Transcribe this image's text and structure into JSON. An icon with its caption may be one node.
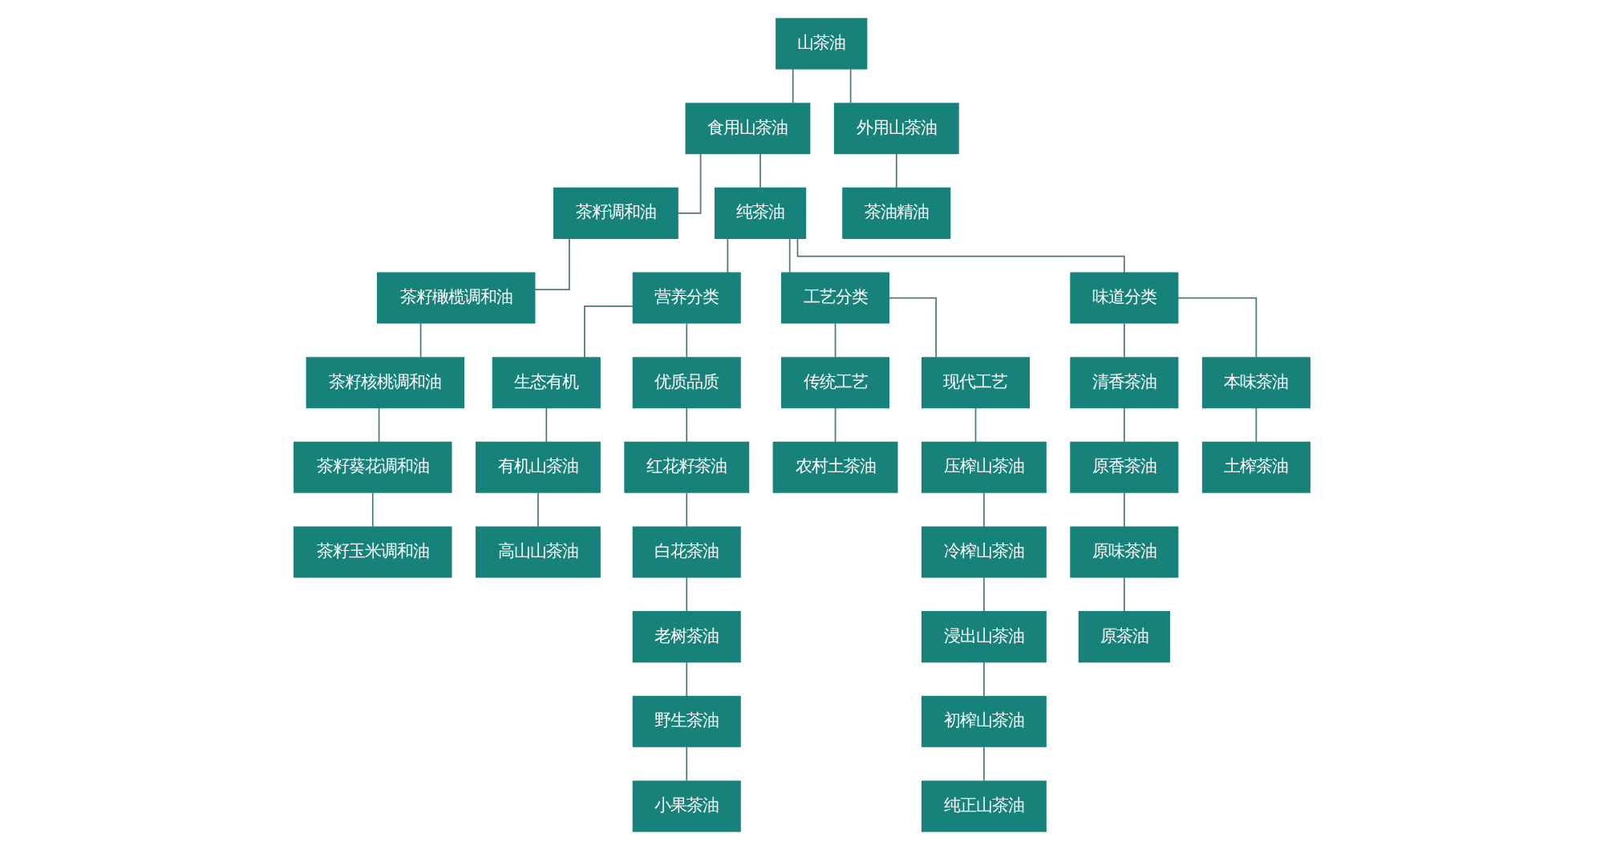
{
  "diagram": {
    "nodes": [
      {
        "text": [
          "山茶油"
        ]
      },
      {
        "text": [
          "食用山茶油"
        ]
      },
      {
        "text": [
          "外用山茶油"
        ]
      },
      {
        "text": [
          "茶籽调和油"
        ]
      },
      {
        "text": [
          "纯茶油"
        ]
      },
      {
        "text": [
          "茶油精油"
        ]
      },
      {
        "text": [
          "营养分类"
        ]
      },
      {
        "text": [
          "工艺分类"
        ]
      },
      {
        "text": [
          "味道分类"
        ]
      },
      {
        "text": [
          "生态有机"
        ]
      },
      {
        "text": [
          "优质品质"
        ]
      },
      {
        "text": [
          "传统工艺"
        ]
      },
      {
        "text": [
          "现代工艺"
        ]
      },
      {
        "text": [
          "清香茶油"
        ]
      },
      {
        "text": [
          "本味茶油"
        ]
      },
      {
        "text": [
          "茶籽橄榄调和油"
        ]
      },
      {
        "text": [
          "有机山茶油"
        ]
      },
      {
        "text": [
          "红花籽茶油"
        ]
      },
      {
        "text": [
          "农村土茶油"
        ]
      },
      {
        "text": [
          "压榨山茶油"
        ]
      },
      {
        "text": [
          "原香茶油"
        ]
      },
      {
        "text": [
          "土榨茶油"
        ]
      },
      {
        "text": [
          "茶籽核桃调和油"
        ]
      },
      {
        "text": [
          "高山山茶油"
        ]
      },
      {
        "text": [
          "白花茶油"
        ]
      },
      {
        "text": [
          "冷榨山茶油"
        ]
      },
      {
        "text": [
          "原味茶油"
        ]
      },
      {
        "text": [
          "茶籽葵花调和油"
        ]
      },
      {
        "text": [
          "老树茶油"
        ]
      },
      {
        "text": [
          "浸出山茶油"
        ]
      },
      {
        "text": [
          "原茶油"
        ]
      },
      {
        "text": [
          "茶籽玉米调和油"
        ]
      },
      {
        "text": [
          "野生茶油"
        ]
      },
      {
        "text": [
          "初榨山茶油"
        ]
      },
      {
        "text": [
          "小果茶油"
        ]
      },
      {
        "text": [
          "纯正山茶油"
        ]
      }
    ],
    "edges": [
      {
        "from": 0,
        "to": 1,
        "arrow": "none"
      },
      {
        "from": 0,
        "to": 2,
        "arrow": "none"
      },
      {
        "from": 1,
        "to": 3,
        "arrow": "none"
      },
      {
        "from": 1,
        "to": 4,
        "arrow": "none"
      },
      {
        "from": 2,
        "to": 5,
        "arrow": "none"
      },
      {
        "from": 4,
        "to": 6,
        "arrow": "none"
      },
      {
        "from": 4,
        "to": 7,
        "arrow": "none"
      },
      {
        "from": 4,
        "to": 8,
        "arrow": "none"
      },
      {
        "from": 6,
        "to": 9,
        "arrow": "none"
      },
      {
        "from": 6,
        "to": 10,
        "arrow": "none"
      },
      {
        "from": 7,
        "to": 11,
        "arrow": "none"
      },
      {
        "from": 7,
        "to": 12,
        "arrow": "none"
      },
      {
        "from": 8,
        "to": 13,
        "arrow": "none"
      },
      {
        "from": 8,
        "to": 14,
        "arrow": "none"
      },
      {
        "from": 3,
        "to": 15,
        "arrow": "none"
      },
      {
        "from": 15,
        "to": 22,
        "arrow": "none"
      },
      {
        "from": 22,
        "to": 27,
        "arrow": "none"
      },
      {
        "from": 27,
        "to": 31,
        "arrow": "none"
      },
      {
        "from": 9,
        "to": 16,
        "arrow": "none"
      },
      {
        "from": 16,
        "to": 23,
        "arrow": "none"
      },
      {
        "from": 10,
        "to": 17,
        "arrow": "none"
      },
      {
        "from": 17,
        "to": 24,
        "arrow": "none"
      },
      {
        "from": 24,
        "to": 28,
        "arrow": "none"
      },
      {
        "from": 28,
        "to": 32,
        "arrow": "none"
      },
      {
        "from": 32,
        "to": 34,
        "arrow": "none"
      },
      {
        "from": 11,
        "to": 18,
        "arrow": "none"
      },
      {
        "from": 12,
        "to": 19,
        "arrow": "none"
      },
      {
        "from": 19,
        "to": 25,
        "arrow": "none"
      },
      {
        "from": 25,
        "to": 29,
        "arrow": "none"
      },
      {
        "from": 29,
        "to": 33,
        "arrow": "none"
      },
      {
        "from": 33,
        "to": 35,
        "arrow": "none"
      },
      {
        "from": 13,
        "to": 20,
        "arrow": "none"
      },
      {
        "from": 20,
        "to": 26,
        "arrow": "none"
      },
      {
        "from": 26,
        "to": 30,
        "arrow": "none"
      },
      {
        "from": 14,
        "to": 21,
        "arrow": "none"
      }
    ]
  }
}
